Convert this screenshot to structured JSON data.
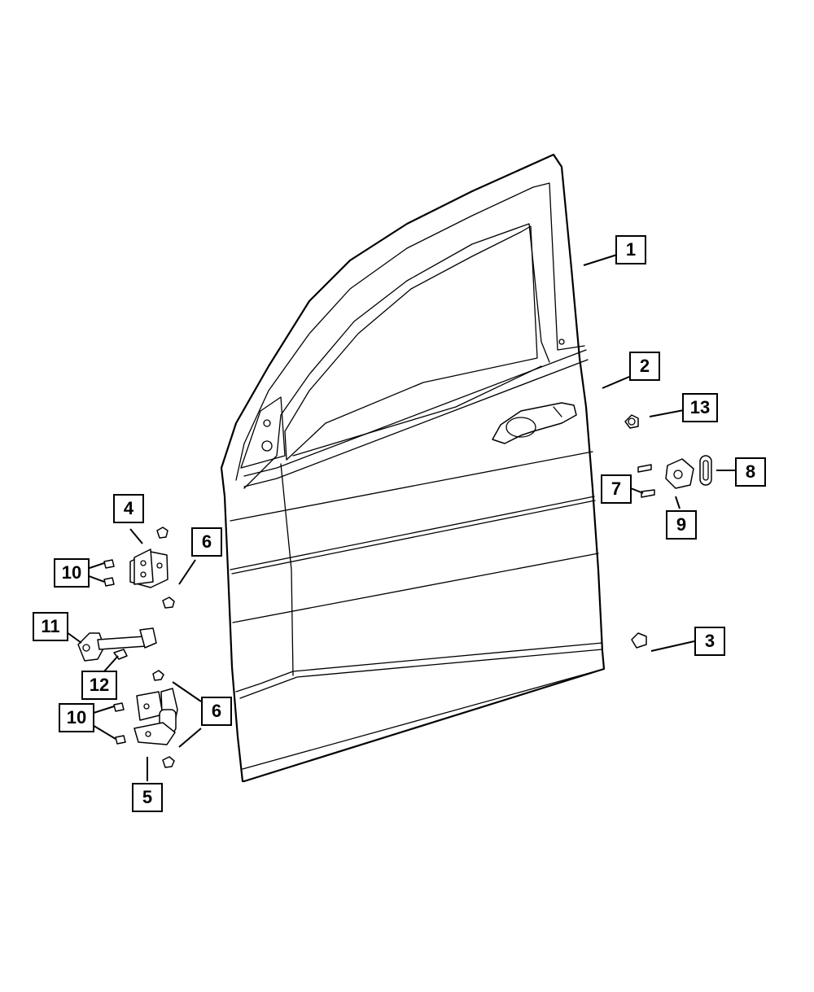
{
  "callouts": {
    "c1": "1",
    "c2": "2",
    "c3": "3",
    "c4": "4",
    "c5": "5",
    "c6a": "6",
    "c6b": "6",
    "c7": "7",
    "c8": "8",
    "c9": "9",
    "c10a": "10",
    "c10b": "10",
    "c11": "11",
    "c12": "12",
    "c13": "13"
  }
}
